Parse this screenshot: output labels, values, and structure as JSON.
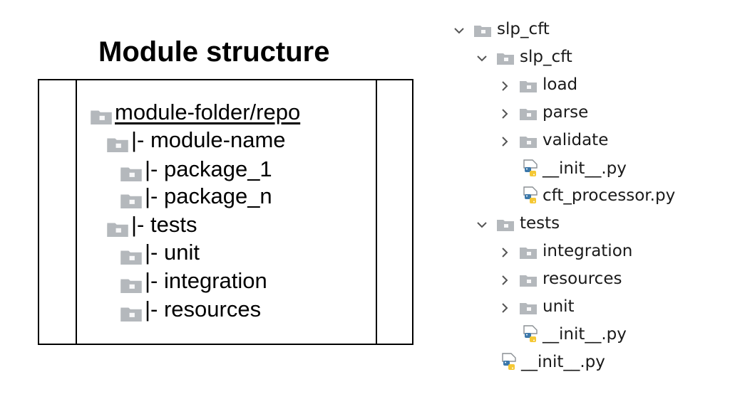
{
  "title": "Module structure",
  "box": {
    "rows": [
      {
        "text": "module-folder/repo"
      },
      {
        "text": "|- module-name"
      },
      {
        "text": "|- package_1"
      },
      {
        "text": "|- package_n"
      },
      {
        "text": "|- tests"
      },
      {
        "text": "|- unit"
      },
      {
        "text": "|- integration"
      },
      {
        "text": "|- resources"
      }
    ]
  },
  "tree": {
    "rows": [
      {
        "text": "slp_cft",
        "kind": "folder",
        "chevron": "down"
      },
      {
        "text": "slp_cft",
        "kind": "folder",
        "chevron": "down"
      },
      {
        "text": "load",
        "kind": "folder",
        "chevron": "right"
      },
      {
        "text": "parse",
        "kind": "folder",
        "chevron": "right"
      },
      {
        "text": "validate",
        "kind": "folder",
        "chevron": "right"
      },
      {
        "text": "__init__.py",
        "kind": "python-file",
        "chevron": "none"
      },
      {
        "text": "cft_processor.py",
        "kind": "python-file",
        "chevron": "none"
      },
      {
        "text": "tests",
        "kind": "folder",
        "chevron": "down"
      },
      {
        "text": "integration",
        "kind": "folder",
        "chevron": "right"
      },
      {
        "text": "resources",
        "kind": "folder",
        "chevron": "right"
      },
      {
        "text": "unit",
        "kind": "folder",
        "chevron": "right"
      },
      {
        "text": "__init__.py",
        "kind": "python-file",
        "chevron": "none"
      },
      {
        "text": "__init__.py",
        "kind": "python-file",
        "chevron": "none"
      }
    ]
  },
  "colors": {
    "folder": "#b4b8bc",
    "folder_dark": "#9ea3a8",
    "python_blue": "#3c78aa",
    "python_yellow": "#f5c834",
    "chevron": "#555555"
  }
}
